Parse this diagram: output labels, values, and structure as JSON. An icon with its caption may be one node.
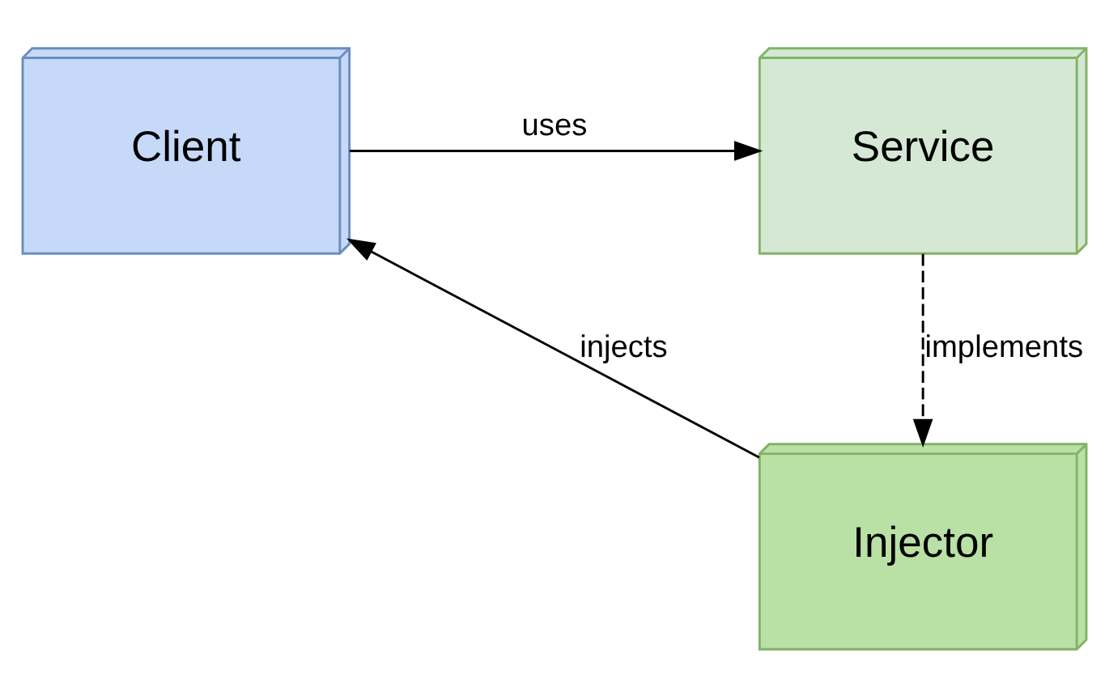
{
  "diagram": {
    "nodes": [
      {
        "text": [
          "Client"
        ]
      },
      {
        "text": [
          "Service"
        ]
      },
      {
        "text": [
          "Injector"
        ]
      }
    ],
    "edges": [
      {
        "from": 0,
        "to": 1,
        "arrow": "to",
        "label": "uses"
      },
      {
        "from": 2,
        "to": 0,
        "arrow": "to",
        "label": "injects"
      },
      {
        "from": 1,
        "to": 2,
        "arrow": "to",
        "label": "implements",
        "style": "dashed"
      }
    ]
  }
}
